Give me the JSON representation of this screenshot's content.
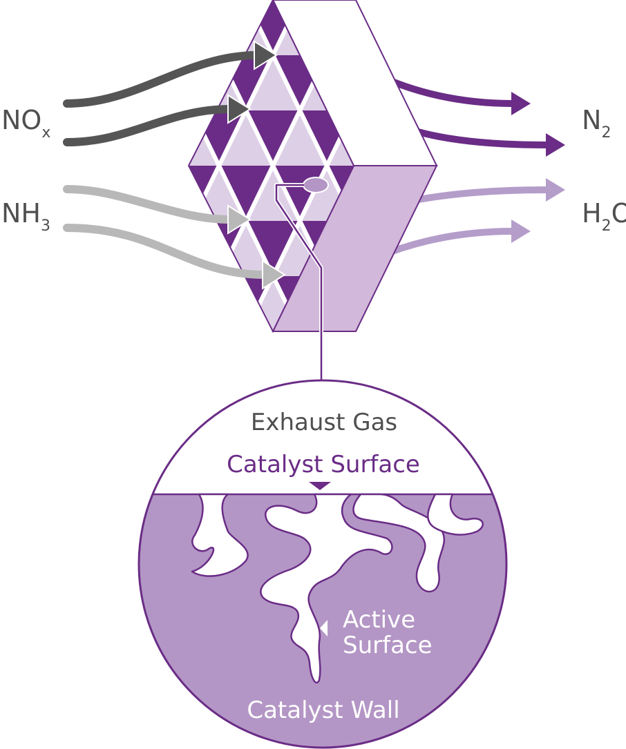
{
  "inputs": {
    "nox": {
      "base": "NO",
      "sub": "x"
    },
    "nh3": {
      "base": "NH",
      "sub": "3"
    }
  },
  "outputs": {
    "n2": {
      "base": "N",
      "sub": "2"
    },
    "h2o": {
      "pre": "H",
      "sub": "2",
      "post": "O"
    }
  },
  "zoom": {
    "exhaust_gas": "Exhaust Gas",
    "catalyst_surface": "Catalyst Surface",
    "active_surface_line1": "Active",
    "active_surface_line2": "Surface",
    "catalyst_wall": "Catalyst Wall"
  },
  "colors": {
    "purple_dark": "#6a2c86",
    "purple_mid": "#b396c5",
    "purple_light": "#ddd0e6",
    "purple_side": "#d2b8da",
    "gray_dark": "#555555",
    "gray_light": "#b8b8b8",
    "lilac_arrow": "#b59dca"
  }
}
